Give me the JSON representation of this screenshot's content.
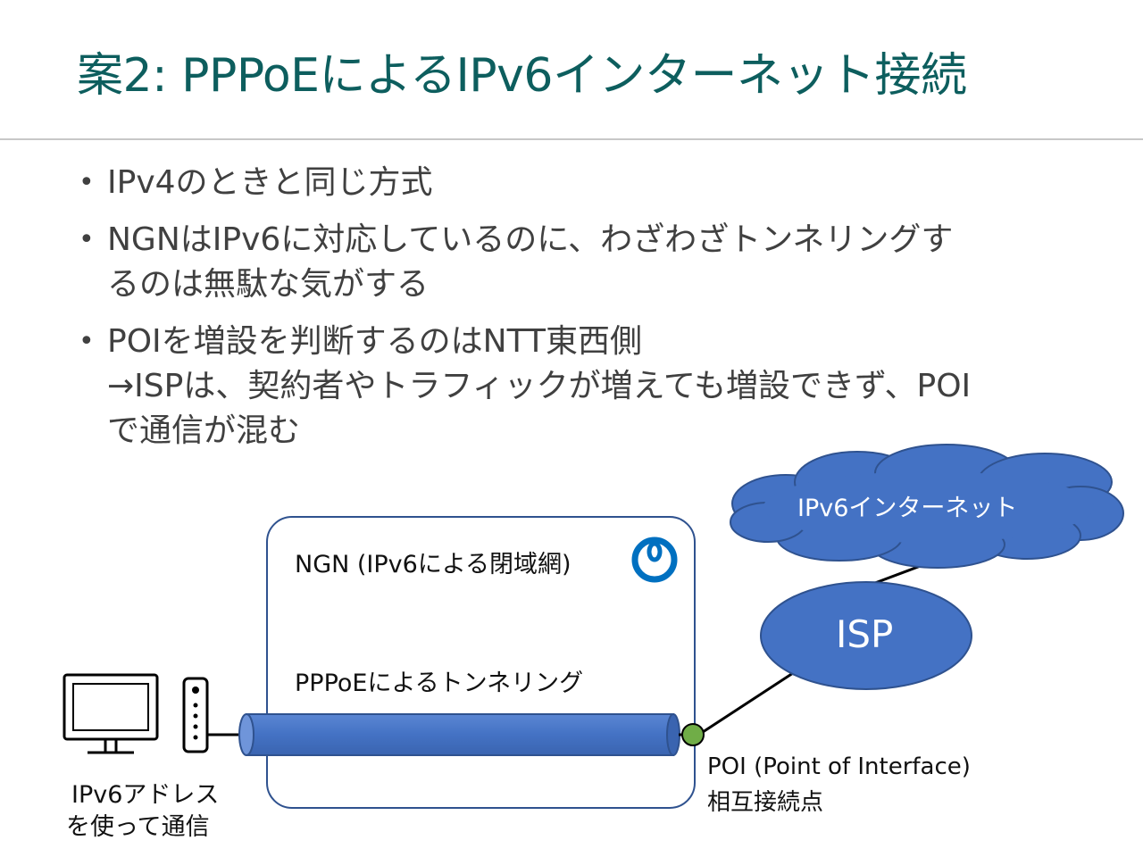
{
  "slide": {
    "title": "案2: PPPoEによるIPv6インターネット接続"
  },
  "bullets": [
    {
      "lines": [
        "IPv4のときと同じ方式"
      ]
    },
    {
      "lines": [
        "NGNはIPv6に対応しているのに、わざわざトンネリングす",
        "るのは無駄な気がする"
      ]
    },
    {
      "lines": [
        "POIを増設を判断するのはNTT東西側",
        "→ISPは、契約者やトラフィックが増えても増設できず、POI",
        "で通信が混む"
      ]
    }
  ],
  "diagram": {
    "ngn_label": "NGN (IPv6による閉域網)",
    "tunnel_label": "PPPoEによるトンネリング",
    "cloud_label": "IPv6インターネット",
    "isp_label": "ISP",
    "poi_label_line1": "POI (Point of Interface)",
    "poi_label_line2": "相互接続点",
    "pc_label_line1": "IPv6アドレス",
    "pc_label_line2": "を使って通信",
    "icons": [
      "monitor-icon",
      "router-icon",
      "ntt-logo-icon"
    ],
    "colors": {
      "title": "#0d5e5e",
      "shape_fill": "#4472c4",
      "shape_stroke": "#2f528f",
      "ngn_border": "#2f528f",
      "poi_node": "#70ad47",
      "logo": "#0070c0"
    }
  }
}
